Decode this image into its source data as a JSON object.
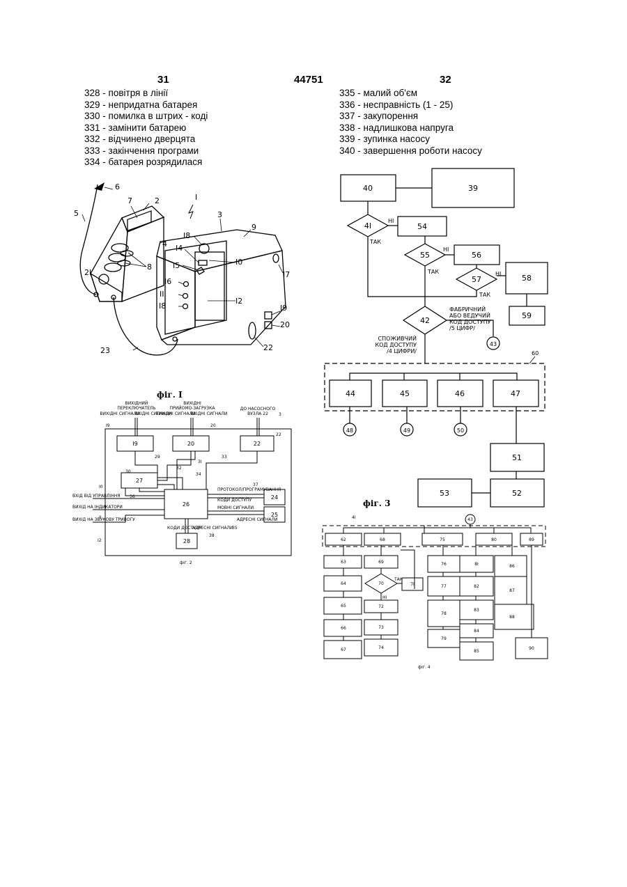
{
  "header": {
    "page_left": "31",
    "patent_number": "44751",
    "page_right": "32"
  },
  "legend_left": [
    "328 - повітря в лінії",
    "329 - непридатна батарея",
    "330 - помилка в штрих - коді",
    "331 - замінити батарею",
    "332 - відчинено дверцята",
    "333 - закінчення програми",
    "334 - батарея розрядилася"
  ],
  "legend_right": [
    "335 - малий об'єм",
    "336 - несправність (1 - 25)",
    "337 - закупорення",
    "338 - надлишкова напруга",
    "339 - зупинка насосу",
    "340 - завершення роботи насосу"
  ],
  "fig1": {
    "caption": "фіг. I",
    "refs": [
      "6",
      "2",
      "7",
      "I",
      "5",
      "3",
      "9",
      "4",
      "8",
      "I8",
      "I4",
      "I0",
      "I5",
      "2I",
      "I6",
      "I2",
      "I7",
      "II",
      "I8",
      "I9",
      "20",
      "23",
      "22"
    ]
  },
  "fig2": {
    "caption": "фіг. 2",
    "blocks": [
      "I9",
      "20",
      "22",
      "27",
      "26",
      "24",
      "25",
      "28"
    ],
    "top_labels": [
      [
        "ВИХІДНИЙ",
        "ПЕРЕКЛЮЧАТЕЛЬ",
        "ВИХІДНІ",
        "СИГНАЛИ",
        "ВХІДНІ",
        "СИГНАЛИ"
      ],
      [
        "ВИХІДНІ",
        "ПРИЙОМО-ЗАГРУЗКА",
        "ВИХІДНІ",
        "СИГНАЛИ",
        "ВХІДНІ",
        "СИГНАЛИ"
      ],
      [
        "ДО НАСОСНОГО",
        "ВУЗЛА 22"
      ]
    ],
    "left_labels": [
      "ВХІД ВІД УПРАВЛІННЯ",
      "ВИХІД НА ІНДИКАТОРИ",
      "ВИХІД НА ЗВУКОВУ ТРИВОГУ"
    ],
    "right_labels": [
      "ПРОТОКОЛ/ПРОГРАМУВАННЯ",
      "КОДИ ДОСТУПУ",
      "МОВНІ СИГНАЛИ",
      "АДРЕСНІ СИГНАЛИ"
    ],
    "bottom_labels": [
      "КОДИ ДОСТУПУ",
      "АДРЕСНІ СИГНАЛИ"
    ],
    "refs": [
      "I9",
      "20",
      "3",
      "22",
      "29",
      "32",
      "3I",
      "33",
      "30",
      "34",
      "I0",
      "36",
      "37",
      "II",
      "I2",
      "35",
      "38"
    ]
  },
  "fig3": {
    "caption": "фіг. 3",
    "blocks": [
      "40",
      "39",
      "54",
      "56",
      "58",
      "59",
      "44",
      "45",
      "46",
      "47",
      "51",
      "52",
      "53"
    ],
    "decisions": [
      "4I",
      "55",
      "57",
      "42"
    ],
    "yes": "ТАК",
    "no": "НІ",
    "factory_code": [
      "ФАБРИЧНИЙ",
      "АБО ВЕДУЧИЙ",
      "КОД ДОСТУПУ",
      "/5 ЦИФР/"
    ],
    "user_code": [
      "СПОЖИВЧИЙ",
      "КОД ДОСТУПУ",
      "/4 ЦИФРИ/"
    ],
    "connectors": [
      "43",
      "48",
      "49",
      "50"
    ],
    "group": "60"
  },
  "fig4": {
    "caption": "фіг. 4",
    "group": "4I",
    "connector": "43",
    "top_row": [
      "62",
      "68",
      "75",
      "80",
      "89"
    ],
    "col1": [
      "63",
      "64",
      "65",
      "66",
      "67"
    ],
    "col2": [
      "69",
      "72",
      "73",
      "74"
    ],
    "decision": "70",
    "side_block": "7I",
    "yes": "ТАК",
    "no": "НІ",
    "col3": [
      "76",
      "77",
      "78",
      "79"
    ],
    "col4": [
      "8I",
      "82",
      "83",
      "84",
      "85"
    ],
    "col5": [
      "86",
      "87",
      "88"
    ],
    "last": "90"
  }
}
